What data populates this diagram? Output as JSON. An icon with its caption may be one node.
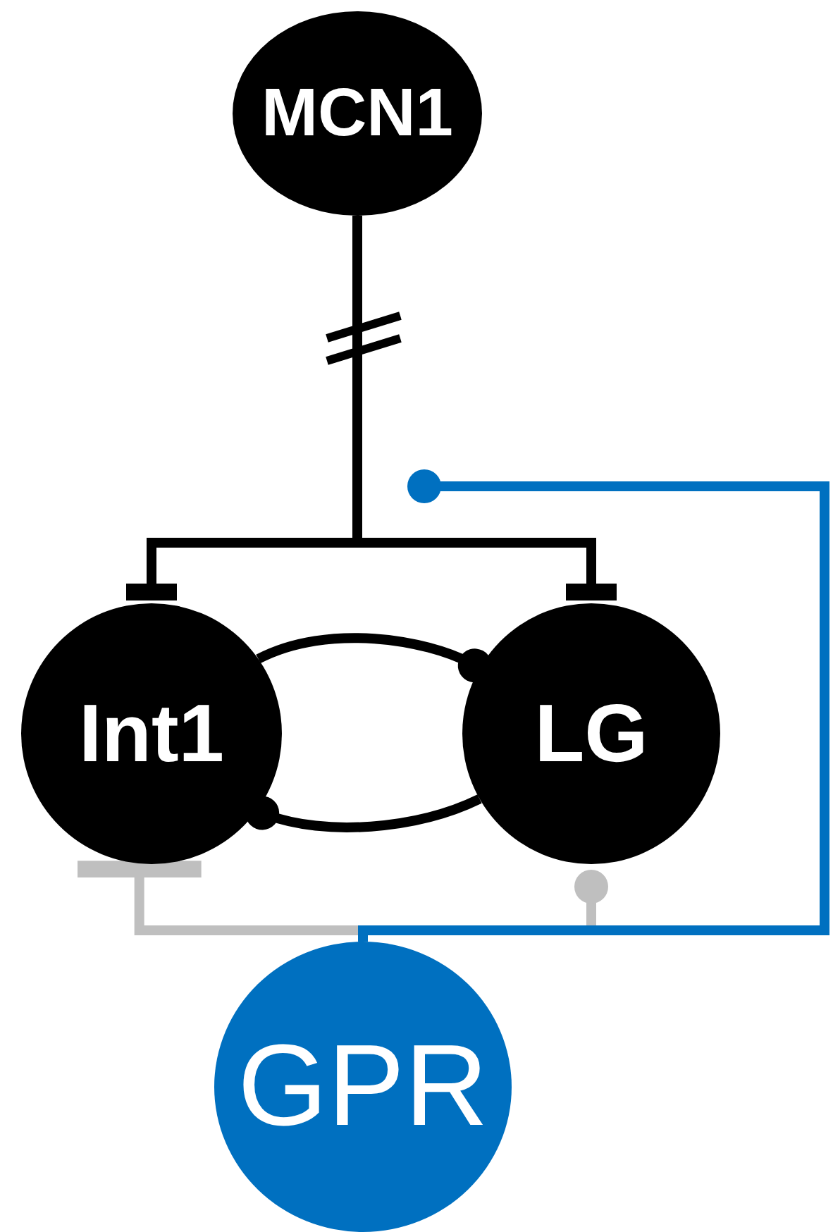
{
  "diagram": {
    "nodes": [
      {
        "text": [
          "MCN1"
        ]
      },
      {
        "text": [
          "Int1"
        ]
      },
      {
        "text": [
          "LG"
        ]
      },
      {
        "text": [
          "GPR"
        ]
      }
    ],
    "edges": [
      {
        "from": 0,
        "to": 1,
        "arrow": "other"
      },
      {
        "from": 0,
        "to": 2,
        "arrow": "other"
      },
      {
        "from": 1,
        "to": 2,
        "arrow": "other"
      },
      {
        "from": 2,
        "to": 1,
        "arrow": "other"
      },
      {
        "from": 3,
        "to": 1,
        "arrow": "other",
        "color": "#bfbfbf"
      },
      {
        "from": 3,
        "to": 2,
        "arrow": "other",
        "color": "#bfbfbf"
      },
      {
        "from": 3,
        "to": null,
        "arrow": "other",
        "color": "#0070c0"
      }
    ]
  }
}
